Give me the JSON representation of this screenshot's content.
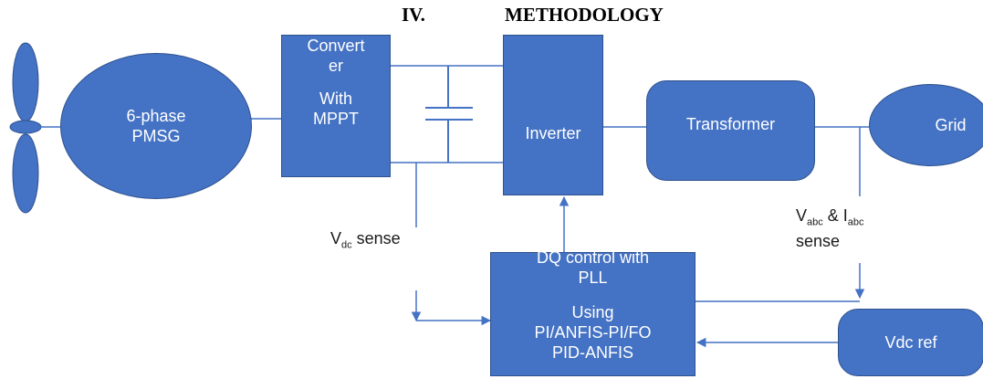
{
  "heading": {
    "number": "IV.",
    "title": "METHODOLOGY"
  },
  "colors": {
    "block_fill": "#4472c4",
    "block_border": "#2f528f",
    "wire": "#4472c4"
  },
  "blocks": {
    "pmsg": {
      "line1": "6-phase",
      "line2": "PMSG"
    },
    "converter": {
      "line1": "Convert",
      "line2": "er",
      "line3": "With",
      "line4": "MPPT"
    },
    "inverter": {
      "label": "Inverter"
    },
    "transformer": {
      "label": "Transformer"
    },
    "grid": {
      "label": "Grid"
    },
    "dq_control": {
      "line1": "DQ control with",
      "line2": "PLL",
      "line3": "Using",
      "line4": "PI/ANFIS-PI/FO",
      "line5": "PID-ANFIS"
    },
    "vdc_ref": {
      "label": "Vdc ref"
    }
  },
  "labels": {
    "vdc_sense": {
      "main": "V",
      "sub": "dc",
      "rest": " sense"
    },
    "vabc_sense": {
      "v": "V",
      "v_sub": "abc",
      "amp": " & I",
      "i_sub": "abc",
      "line2": "sense"
    }
  },
  "icons": {
    "turbine": "wind-turbine-blades-icon",
    "capacitor": "capacitor-symbol-icon"
  }
}
